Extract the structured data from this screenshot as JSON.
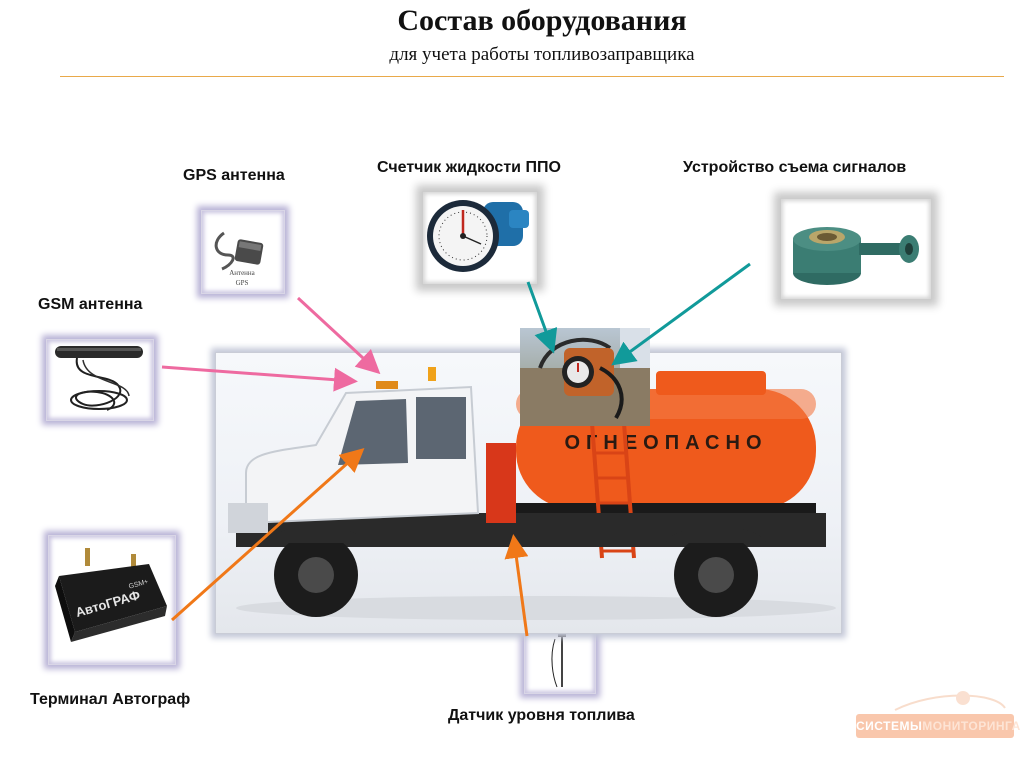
{
  "header": {
    "title": "Состав оборудования",
    "subtitle": "для учета работы топливозаправщика"
  },
  "labels": {
    "gps_antenna": "GPS антенна",
    "gsm_antenna": "GSM  антенна",
    "flow_meter": "Счетчик жидкости ППО",
    "signal_device": "Устройство съема сигналов",
    "terminal": "Терминал Автограф",
    "level_sensor": "Датчик уровня топлива"
  },
  "truck": {
    "tank_text": "ОГНЕОПАСНО"
  },
  "photos": {
    "gps_caption_1": "Антенна",
    "gps_caption_2": "GPS",
    "terminal_brand": "АвтоГРАФ",
    "terminal_model": "GSM+"
  },
  "logo": {
    "part1": "СИСТЕМЫ",
    "part2": "МОНИТОРИНГА"
  },
  "colors": {
    "accent_rule": "#e9a94a",
    "arrow_pink": "#ee6aa0",
    "arrow_teal": "#119a9a",
    "arrow_orange": "#f07818",
    "tank_orange": "#ef5a1c"
  }
}
